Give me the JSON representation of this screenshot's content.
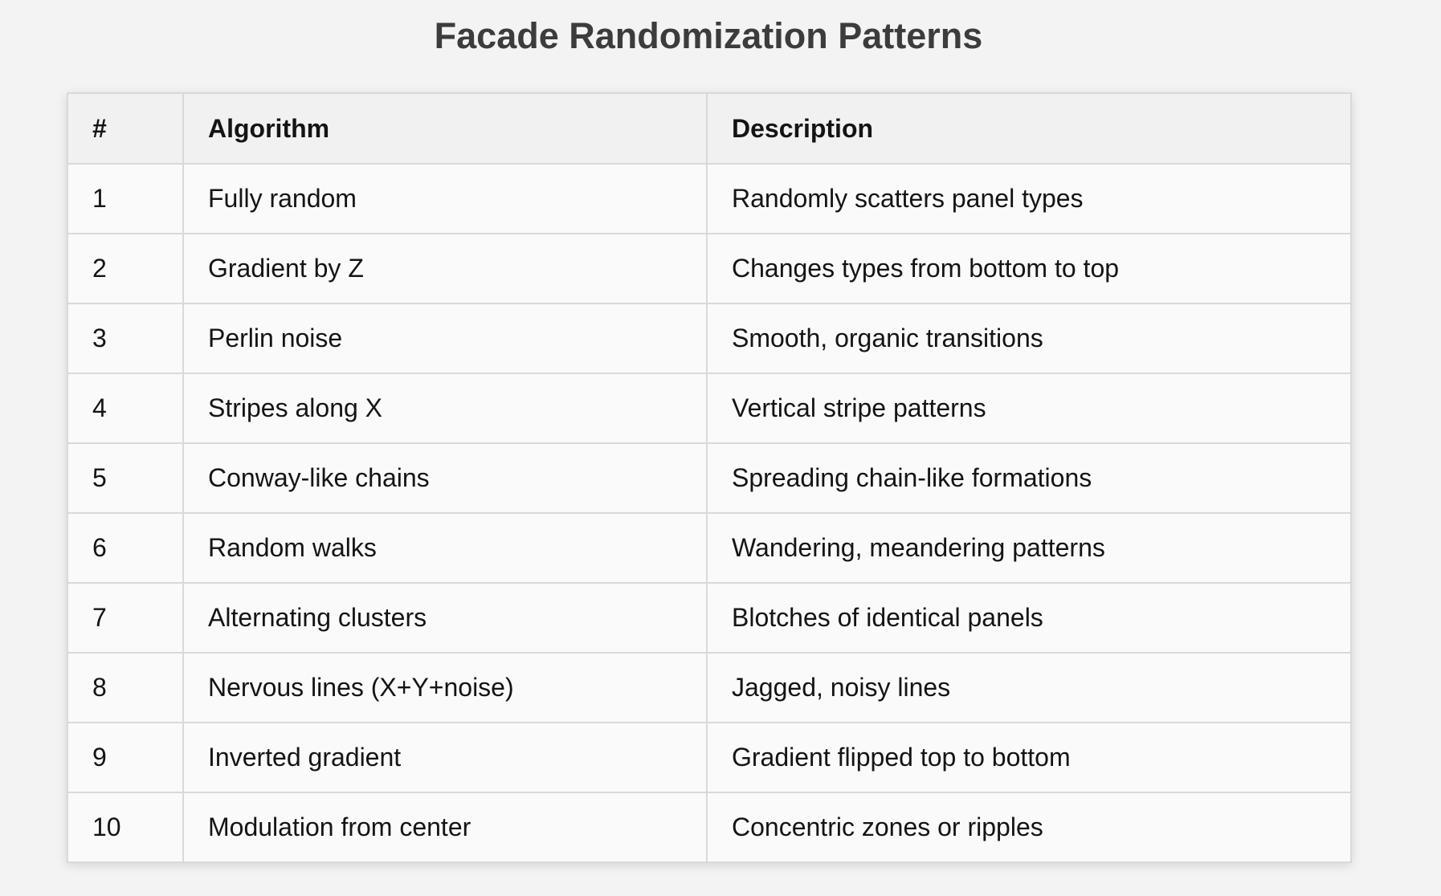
{
  "page": {
    "title": "Facade Randomization Patterns"
  },
  "colors": {
    "page_background": "#f3f3f4",
    "header_background": "#f1f1f2",
    "cell_background": "#fafafa",
    "border": "#d9d9d9",
    "title_text": "#3c3c3c",
    "cell_text": "#141414"
  },
  "table": {
    "columns": [
      "#",
      "Algorithm",
      "Description"
    ],
    "rows": [
      [
        "1",
        "Fully random",
        "Randomly scatters panel types"
      ],
      [
        "2",
        "Gradient by Z",
        "Changes types from bottom to top"
      ],
      [
        "3",
        "Perlin noise",
        "Smooth, organic transitions"
      ],
      [
        "4",
        "Stripes along X",
        "Vertical stripe patterns"
      ],
      [
        "5",
        "Conway-like chains",
        "Spreading chain-like formations"
      ],
      [
        "6",
        "Random walks",
        "Wandering, meandering patterns"
      ],
      [
        "7",
        "Alternating clusters",
        "Blotches of identical panels"
      ],
      [
        "8",
        "Nervous lines (X+Y+noise)",
        "Jagged, noisy lines"
      ],
      [
        "9",
        "Inverted gradient",
        "Gradient flipped top to bottom"
      ],
      [
        "10",
        "Modulation from center",
        "Concentric zones or ripples"
      ]
    ]
  }
}
